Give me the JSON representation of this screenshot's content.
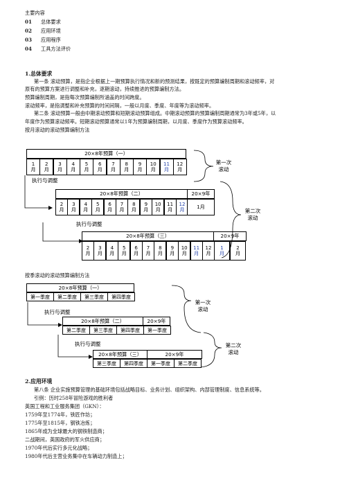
{
  "toc": {
    "title": "主要内容",
    "items": [
      {
        "num": "01",
        "label": "总体要求"
      },
      {
        "num": "02",
        "label": "应用环境"
      },
      {
        "num": "03",
        "label": "应用程序"
      },
      {
        "num": "04",
        "label": "工具方法评价"
      }
    ]
  },
  "section1": {
    "heading": "1.总体要求",
    "p1": "第一条  滚动预算，是指企业根据上一期预算执行情况和新的预测结果，按既定的预算编制周期和滚动频率，对",
    "p1b": "原有的预算方案进行调整和补充，逐期滚动，持续推进的预算编制方法。",
    "p2": "预算编制周期，是指每次预算编制所涵盖的时间跨度。",
    "p3": "滚动频率，是指调整和补充预算的时间间隔，一般以月度、季度、年度等为滚动频率。",
    "p4": "第二条  滚动预算一般由中期滚动预算和短期滚动预算组成。中期滚动预算的预算编制周期通常为3年或5年，以",
    "p4b": "年度作为预算滚动频率。短期滚动预算通常以1年为预算编制周期，以月度、季度作为预算滚动频率。",
    "monthly_caption": "按月滚动的滚动预算编制方法",
    "quarterly_caption": "按季滚动的滚动预算编制方法"
  },
  "monthly": {
    "budget1": "20×8年预算（一）",
    "budget2": "20×8年预算（二）",
    "budget3": "20×8年预算（三）",
    "year9": "20×9年",
    "months1": [
      "1",
      "2",
      "3",
      "4",
      "5",
      "6",
      "7",
      "8",
      "9",
      "10",
      "11",
      "12"
    ],
    "months2": [
      "2",
      "3",
      "4",
      "5",
      "6",
      "7",
      "8",
      "9",
      "10",
      "11",
      "12"
    ],
    "m2_extra": "1月",
    "months3": [
      "2",
      "3",
      "4",
      "5",
      "6",
      "7",
      "8",
      "9",
      "10",
      "11",
      "12"
    ],
    "months3_y9": [
      "1",
      "2"
    ],
    "unit": "月",
    "exec_adjust": "执行与调整",
    "first_roll": "第一次\n滚动",
    "second_roll": "第二次\n滚动"
  },
  "quarterly": {
    "budget1": "20×8年预算（一）",
    "budget2": "20×8年预算（二）",
    "budget3": "20×8年预算（三）",
    "year9": "20×9年",
    "q1": [
      "第一季度",
      "第二季度",
      "第三季度",
      "第四季度"
    ],
    "q2": [
      "第二季度",
      "第三季度",
      "第四季度",
      "第一季度"
    ],
    "q3": [
      "第三季度",
      "第四季度",
      "第一季度",
      "第二季度"
    ],
    "exec_adjust": "执行与调整",
    "first_roll": "第一次\n滚动",
    "second_roll": "第二次\n滚动"
  },
  "section2": {
    "heading": "2.应用环境",
    "p1": "第八条  企业实施预算管理的基础环境包括战略目标、业务计划、组织架构、内部管理制度、信息系统等。",
    "lines": [
      "引例：历时258年冒险游戏的胜利者",
      "英国工程和工业服务集团（GKN）：",
      "1759年至1774年，铁匠作坊；",
      "1775年至1815年，钢铁冶炼；",
      "1865年成为全球最大的钢铁制造商；",
      "二战期间，英国政府的军火供应商；",
      "1970年代后实行多元化战略；",
      "1980年代后主营业务集中在车辆动力制造上；"
    ]
  }
}
